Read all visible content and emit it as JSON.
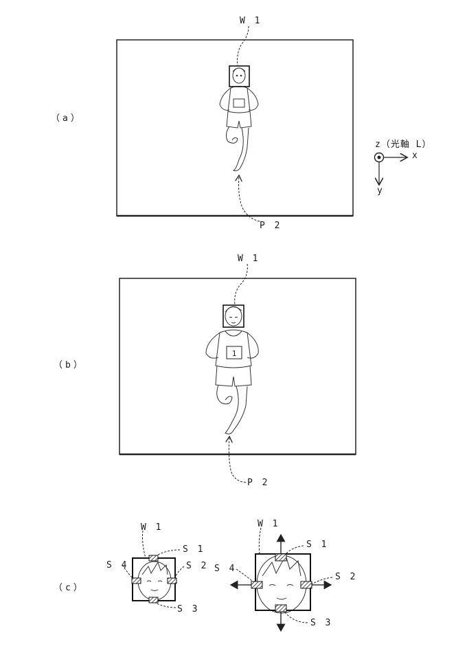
{
  "panels": {
    "a": {
      "label": "（a）",
      "window_label": "W 1",
      "position_label": "P 2"
    },
    "b": {
      "label": "（b）",
      "window_label": "W 1",
      "position_label": "P 2",
      "bib_number": "1"
    },
    "c": {
      "label": "（c）",
      "left": {
        "window_label": "W 1",
        "s1": "S 1",
        "s2": "S 2",
        "s3": "S 3",
        "s4": "S 4"
      },
      "right": {
        "window_label": "W 1",
        "s1": "S 1",
        "s2": "S 2",
        "s3": "S 3",
        "s4": "S 4"
      }
    }
  },
  "axes": {
    "z_label": "z（光軸 L）",
    "x_label": "x",
    "y_label": "y"
  }
}
